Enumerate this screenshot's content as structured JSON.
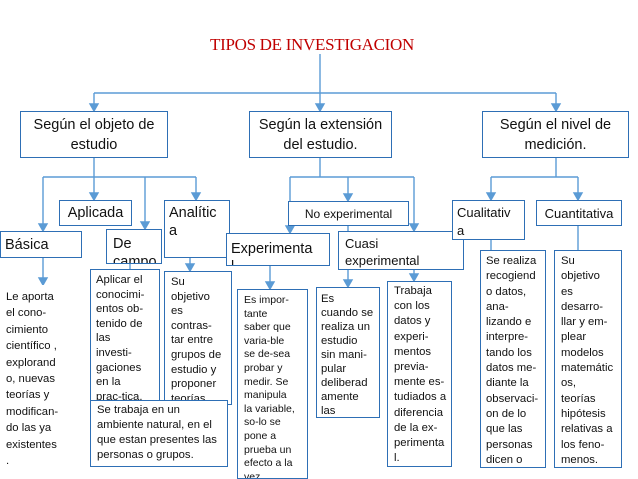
{
  "title": "TIPOS DE INVESTIGACION",
  "level1": {
    "objeto": "Según el objeto de\nestudio",
    "extension": "Según la extensión\ndel estudio.",
    "nivel": "Según el nivel de\nmedición."
  },
  "level2": {
    "aplicada": "Aplicada",
    "analitica": "Analític\na",
    "basica": "Básica",
    "de_campo": "De\ncampo",
    "no_experimental": "No experimental",
    "experimental": "Experimenta\nl",
    "cuasi": "Cuasi\nexperimental",
    "cualitativa": "Cualitativ\na",
    "cuantitativa": "Cuantitativa"
  },
  "desc": {
    "basica": "Le aporta\nel cono-\ncimiento\ncientífico ,\nexplorand\no, nuevas\nteorías y\nmodifican-\ndo las ya\nexistentes\n.",
    "aplicada": "Aplicar el\nconocimi-\nentos ob-\ntenido de\nlas\ninvesti-\ngaciones\nen la\nprac-tica.",
    "analitica": "Su\nobjetivo\nes\ncontras-\ntar entre\ngrupos de\nestudio y\nproponer\nteorías.",
    "campo": "Se trabaja en un\nambiente natural, en el\nque estan presentes las\npersonas o grupos.",
    "experimental": "Es impor-\ntante\nsaber que\nvaria-ble\nse de-sea\nprobar y\nmedir. Se\nmanipula\nla variable,\nso-lo se\npone a\nprueba un\nefecto a la\nvez.",
    "no_experimental": "Es\ncuando se\nrealiza un\nestudio\nsin mani-\npular\ndeliberad\namente\nlas\nvariables",
    "cuasi": "Trabaja\ncon los\ndatos y\nexperi-\nmentos\nprevia-\nmente es-\ntudiados a\ndiferencia\nde la ex-\nperimenta\nl.",
    "cualitativa": "Se realiza\nrecogiend\no datos,\nana-\nlizando e\ninterpre-\ntando los\ndatos me-\ndiante la\nobservaci-\non de lo\nque las\npersonas\ndicen o\nha-cen.",
    "cuantitativa": "Su\nobjetivo\nes\ndesarro-\nllar y em-\nplear\nmodelos\nmatemátic\nos,\nteorías\nhipótesis\nrelativas a\nlos feno-\nmenos."
  },
  "colors": {
    "border": "#2e6fb5",
    "line": "#5b9bd5",
    "title": "#c00000"
  }
}
